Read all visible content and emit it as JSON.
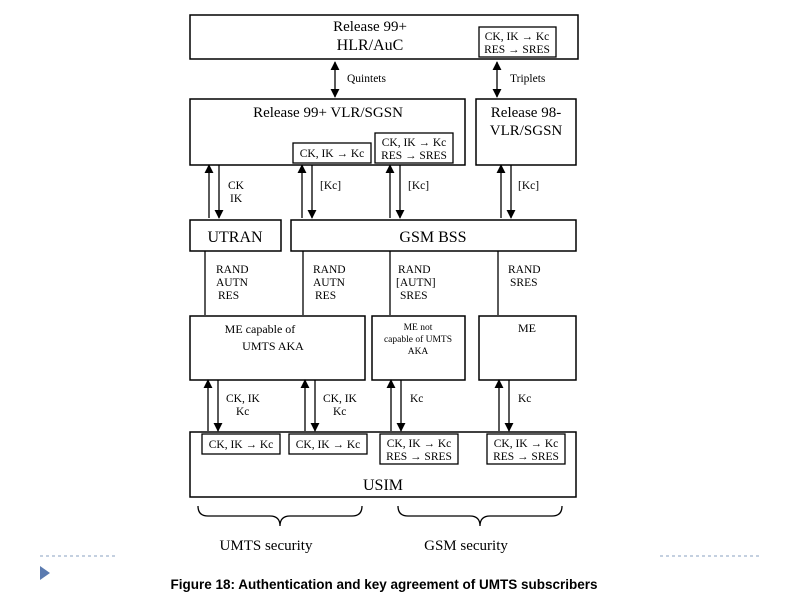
{
  "diagram": {
    "hlr_line1": "Release 99+",
    "hlr_line2": "HLR/AuC",
    "hlr_conv_line1": "CK, IK → Kc",
    "hlr_conv_line2": "RES → SRES",
    "quintets": "Quintets",
    "triplets": "Triplets",
    "vlr99": "Release 99+ VLR/SGSN",
    "vlr98_line1": "Release 98-",
    "vlr98_line2": "VLR/SGSN",
    "vlr_conv1": "CK, IK → Kc",
    "vlr_conv2_line1": "CK, IK → Kc",
    "vlr_conv2_line2": "RES → SRES",
    "link_ckik_1": "CK",
    "link_ckik_2": "IK",
    "link_kc_1": "[Kc]",
    "link_kc_2": "[Kc]",
    "link_kc_3": "[Kc]",
    "utran": "UTRAN",
    "gsm_bss": "GSM BSS",
    "radio1": [
      "RAND",
      "AUTN",
      "RES"
    ],
    "radio2": [
      "RAND",
      "AUTN",
      "RES"
    ],
    "radio3": [
      "RAND",
      "[AUTN]",
      "SRES"
    ],
    "radio4": [
      "RAND",
      "SRES"
    ],
    "me_umts_line1": "ME capable of",
    "me_umts_line2": "UMTS AKA",
    "me_not_line1": "ME not",
    "me_not_line2": "capable of UMTS",
    "me_not_line3": "AKA",
    "me": "ME",
    "usim_link1": [
      "CK, IK",
      "Kc"
    ],
    "usim_link2": [
      "CK, IK",
      "Kc"
    ],
    "usim_link3": "Kc",
    "usim_link4": "Kc",
    "usim_conv1": "CK, IK → Kc",
    "usim_conv2": "CK, IK → Kc",
    "usim_conv3_line1": "CK, IK → Kc",
    "usim_conv3_line2": "RES → SRES",
    "usim_conv4_line1": "CK, IK → Kc",
    "usim_conv4_line2": "RES → SRES",
    "usim": "USIM",
    "umts_security": "UMTS security",
    "gsm_security": "GSM security"
  },
  "caption": "Figure 18: Authentication and key agreement of UMTS subscribers",
  "bullet_icon": "triangle-bullet-icon"
}
